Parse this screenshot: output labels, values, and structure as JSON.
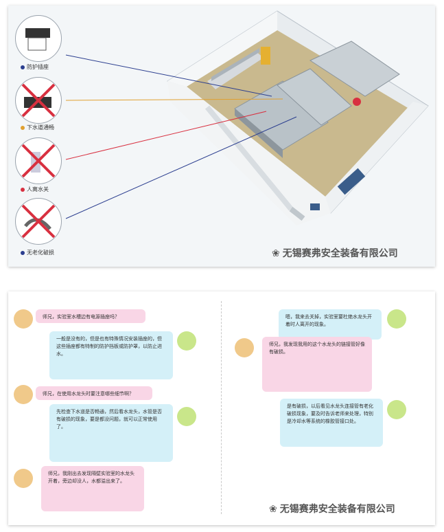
{
  "top_panel": {
    "labels": [
      {
        "text": "防护插座",
        "color": "#2b3e8f"
      },
      {
        "text": "下水道通畅",
        "color": "#e0a030"
      },
      {
        "text": "人离水关",
        "color": "#d83040"
      },
      {
        "text": "无老化破损",
        "color": "#2b3e8f"
      }
    ],
    "watermark": "无锡赛弗安全装备有限公司"
  },
  "dialogue": {
    "left": [
      {
        "speaker": "woman",
        "text": "师兄，实验室水槽边有电源插座吗？"
      },
      {
        "speaker": "man",
        "text": "一般是没有的，但是也有特殊情况安装插座的，但这些插座都有特制的防护挡板或防护罩，以防止进水。"
      },
      {
        "speaker": "woman",
        "text": "师兄，在使用水龙头时要注意哪些细节啊？"
      },
      {
        "speaker": "man",
        "text": "先检查下水道是否畅通，然后看水龙头，水管是否有破损的现象，要是都没问题，就可以正常使用了。"
      },
      {
        "speaker": "woman",
        "text": "师兄，我刚出去发现隔壁实验室的水龙头开着，旁边却没人，水都溢出来了。"
      }
    ],
    "right": [
      {
        "speaker": "man",
        "text": "嗯，我来去关掉，实验室要杜绝水龙头开着时人离开的现象。"
      },
      {
        "speaker": "woman",
        "text": "师兄，我发现我用的这个水龙头的链接管好像有破损。"
      },
      {
        "speaker": "man",
        "text": "是有破损，以后看见水龙头连接管有老化破损现象，要及时告诉老师来处理，特别是冷却水等系统的橡胶管接口处。"
      }
    ],
    "watermark": "无锡赛弗安全装备有限公司"
  }
}
